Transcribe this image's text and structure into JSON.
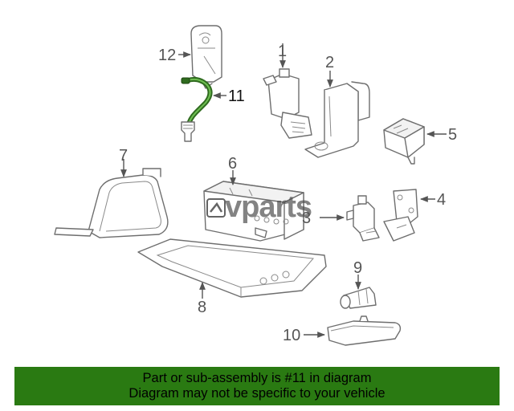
{
  "callouts": {
    "c1": "1",
    "c2": "2",
    "c3": "3",
    "c4": "4",
    "c5": "5",
    "c6": "6",
    "c7": "7",
    "c8": "8",
    "c9": "9",
    "c10": "10",
    "c11": "11",
    "c12": "12"
  },
  "highlighted_part": "11",
  "colors": {
    "highlight": "#2f6b1f",
    "banner": "#2a7a12",
    "line": "#6e6e6e"
  },
  "watermark": "vparts",
  "banner": {
    "line1": "Part or sub-assembly is #11 in diagram",
    "line2": "Diagram may not be specific to your vehicle"
  }
}
